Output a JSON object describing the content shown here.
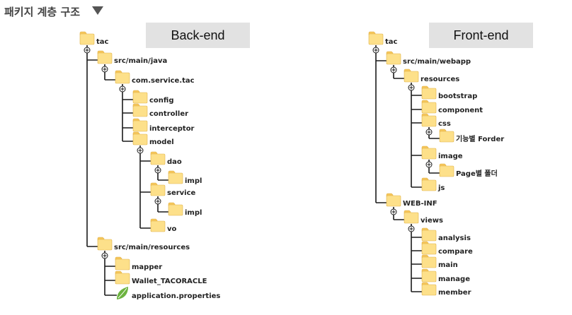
{
  "title": "패키지 계층 구조",
  "panels": [
    {
      "header": "Back-end",
      "nodes": [
        {
          "label": "tac",
          "depth": 0,
          "icon": "folder-icon"
        },
        {
          "label": "src/main/java",
          "depth": 1,
          "icon": "folder-icon"
        },
        {
          "label": "com.service.tac",
          "depth": 2,
          "icon": "folder-icon"
        },
        {
          "label": "config",
          "depth": 3,
          "icon": "folder-icon"
        },
        {
          "label": "controller",
          "depth": 3,
          "icon": "folder-icon"
        },
        {
          "label": "interceptor",
          "depth": 3,
          "icon": "folder-icon"
        },
        {
          "label": "model",
          "depth": 3,
          "icon": "folder-icon"
        },
        {
          "label": "dao",
          "depth": 4,
          "icon": "folder-icon"
        },
        {
          "label": "impl",
          "depth": 5,
          "icon": "folder-icon"
        },
        {
          "label": "service",
          "depth": 4,
          "icon": "folder-icon"
        },
        {
          "label": "impl",
          "depth": 5,
          "icon": "folder-icon"
        },
        {
          "label": "vo",
          "depth": 4,
          "icon": "folder-icon"
        },
        {
          "label": "src/main/resources",
          "depth": 1,
          "icon": "folder-icon"
        },
        {
          "label": "mapper",
          "depth": 2,
          "icon": "folder-icon"
        },
        {
          "label": "Wallet_TACORACLE",
          "depth": 2,
          "icon": "folder-icon"
        },
        {
          "label": "application.properties",
          "depth": 2,
          "icon": "leaf-icon"
        }
      ]
    },
    {
      "header": "Front-end",
      "nodes": [
        {
          "label": "tac",
          "depth": 0,
          "icon": "folder-icon"
        },
        {
          "label": "src/main/webapp",
          "depth": 1,
          "icon": "folder-icon"
        },
        {
          "label": "resources",
          "depth": 2,
          "icon": "folder-icon"
        },
        {
          "label": "bootstrap",
          "depth": 3,
          "icon": "folder-icon"
        },
        {
          "label": "component",
          "depth": 3,
          "icon": "folder-icon"
        },
        {
          "label": "css",
          "depth": 3,
          "icon": "folder-icon"
        },
        {
          "label": "기능별 Forder",
          "depth": 4,
          "icon": "folder-icon"
        },
        {
          "label": "image",
          "depth": 3,
          "icon": "folder-icon"
        },
        {
          "label": "Page별 폴더",
          "depth": 4,
          "icon": "folder-icon"
        },
        {
          "label": "js",
          "depth": 3,
          "icon": "folder-icon"
        },
        {
          "label": "WEB-INF",
          "depth": 1,
          "icon": "folder-icon"
        },
        {
          "label": "views",
          "depth": 2,
          "icon": "folder-icon"
        },
        {
          "label": "analysis",
          "depth": 3,
          "icon": "folder-icon"
        },
        {
          "label": "compare",
          "depth": 3,
          "icon": "folder-icon"
        },
        {
          "label": "main",
          "depth": 3,
          "icon": "folder-icon"
        },
        {
          "label": "manage",
          "depth": 3,
          "icon": "folder-icon"
        },
        {
          "label": "member",
          "depth": 3,
          "icon": "folder-icon"
        }
      ]
    }
  ],
  "colors": {
    "folder_body": "#fde08a",
    "folder_tab": "#f6c65a",
    "folder_edge": "#e0b24a",
    "leaf": "#6cb33f",
    "line": "#1a1a1a"
  }
}
